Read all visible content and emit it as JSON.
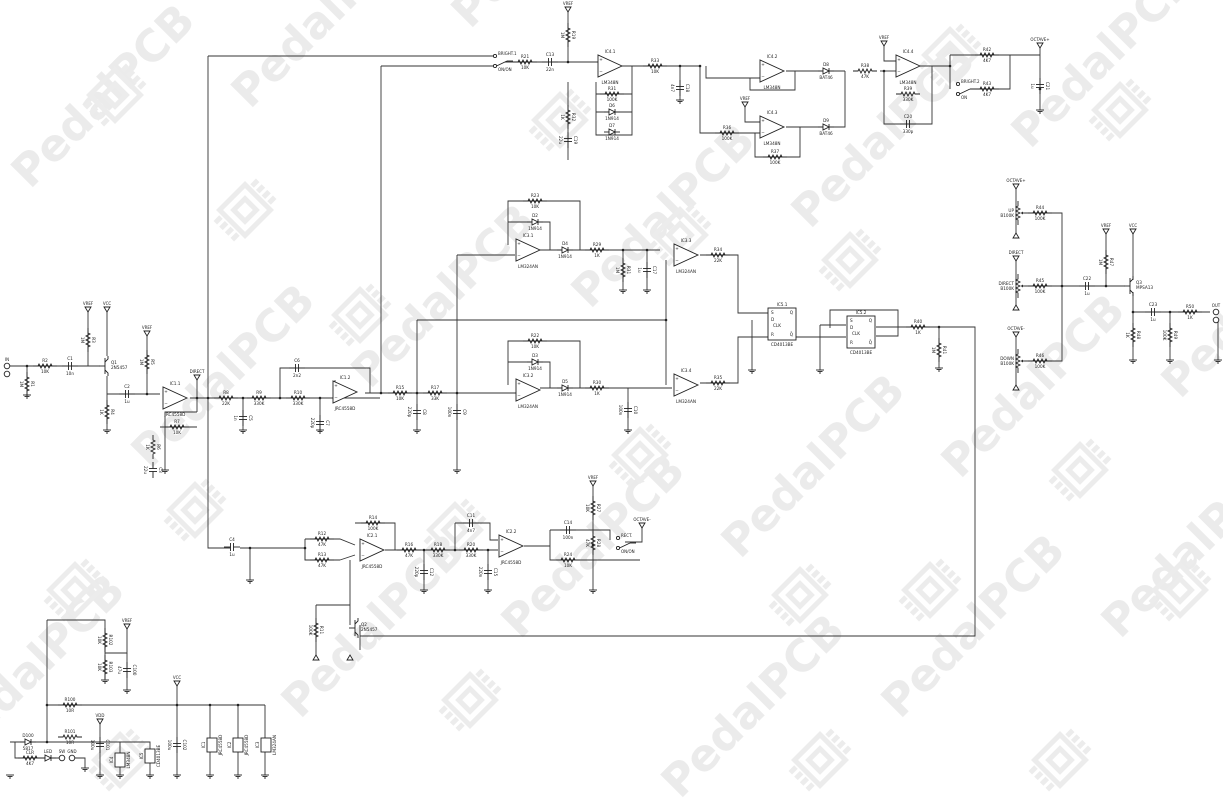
{
  "watermark": {
    "text": "PedalPCB",
    "color": "#ebebeb"
  },
  "components": [
    {
      "kind": "opamp",
      "ref": "IC1.1",
      "value": "JRC4558D"
    },
    {
      "kind": "opamp",
      "ref": "IC1.2",
      "value": "JRC4558D"
    },
    {
      "kind": "opamp",
      "ref": "IC3.1",
      "value": "LM324AN"
    },
    {
      "kind": "opamp",
      "ref": "IC3.3",
      "value": "LM324AN"
    },
    {
      "kind": "opamp",
      "ref": "IC3.2",
      "value": "LM324AN"
    },
    {
      "kind": "opamp",
      "ref": "IC3.4",
      "value": "LM324AN"
    },
    {
      "kind": "opamp",
      "ref": "IC4.1",
      "value": "LM348N"
    },
    {
      "kind": "opamp",
      "ref": "IC4.2",
      "value": "LM348N"
    },
    {
      "kind": "opamp",
      "ref": "IC4.3",
      "value": "LM348N"
    },
    {
      "kind": "opamp",
      "ref": "IC4.4",
      "value": "LM348N"
    },
    {
      "kind": "opamp",
      "ref": "IC2.1",
      "value": "JRC4558D"
    },
    {
      "kind": "opamp",
      "ref": "IC2.2",
      "value": "JRC4558D"
    },
    {
      "kind": "flipflop",
      "ref": "IC5.1",
      "value": "CD4013BE"
    },
    {
      "kind": "flipflop",
      "ref": "IC5.2",
      "value": "CD4013BE"
    },
    {
      "kind": "resistor",
      "ref": "R2",
      "value": "10K"
    },
    {
      "kind": "resistor",
      "ref": "R21",
      "value": "10K"
    },
    {
      "kind": "resistor",
      "ref": "R33",
      "value": "10K"
    },
    {
      "kind": "resistor",
      "ref": "R31",
      "value": "100K"
    },
    {
      "kind": "resistor",
      "ref": "R36",
      "value": "100K"
    },
    {
      "kind": "resistor",
      "ref": "R37",
      "value": "100K"
    },
    {
      "kind": "resistor",
      "ref": "R38",
      "value": "47K"
    },
    {
      "kind": "resistor",
      "ref": "R39",
      "value": "330K"
    },
    {
      "kind": "resistor",
      "ref": "R42",
      "value": "4K7"
    },
    {
      "kind": "resistor",
      "ref": "R43",
      "value": "4K7"
    },
    {
      "kind": "resistor",
      "ref": "R23",
      "value": "10K"
    },
    {
      "kind": "resistor",
      "ref": "R29",
      "value": "1K"
    },
    {
      "kind": "resistor",
      "ref": "R34",
      "value": "22K"
    },
    {
      "kind": "resistor",
      "ref": "R22",
      "value": "10K"
    },
    {
      "kind": "resistor",
      "ref": "R30",
      "value": "1K"
    },
    {
      "kind": "resistor",
      "ref": "R35",
      "value": "22K"
    },
    {
      "kind": "resistor",
      "ref": "R40",
      "value": "1K"
    },
    {
      "kind": "resistor",
      "ref": "R8",
      "value": "22K"
    },
    {
      "kind": "resistor",
      "ref": "R9",
      "value": "330K"
    },
    {
      "kind": "resistor",
      "ref": "R10",
      "value": "330K"
    },
    {
      "kind": "resistor",
      "ref": "R15",
      "value": "10K"
    },
    {
      "kind": "resistor",
      "ref": "R17",
      "value": "33K"
    },
    {
      "kind": "resistor",
      "ref": "R7",
      "value": "10K"
    },
    {
      "kind": "resistor",
      "ref": "R44",
      "value": "100K"
    },
    {
      "kind": "resistor",
      "ref": "R45",
      "value": "100K"
    },
    {
      "kind": "resistor",
      "ref": "R46",
      "value": "100K"
    },
    {
      "kind": "resistor",
      "ref": "R50",
      "value": "1K"
    },
    {
      "kind": "resistor",
      "ref": "R12",
      "value": "47K"
    },
    {
      "kind": "resistor",
      "ref": "R13",
      "value": "47K"
    },
    {
      "kind": "resistor",
      "ref": "R14",
      "value": "100K"
    },
    {
      "kind": "resistor",
      "ref": "R16",
      "value": "47K"
    },
    {
      "kind": "resistor",
      "ref": "R18",
      "value": "330K"
    },
    {
      "kind": "resistor",
      "ref": "R20",
      "value": "330K"
    },
    {
      "kind": "resistor",
      "ref": "R24",
      "value": "10K"
    },
    {
      "kind": "resistor",
      "ref": "R100",
      "value": "10R"
    },
    {
      "kind": "resistor",
      "ref": "R101",
      "value": "10R"
    },
    {
      "kind": "resistor",
      "ref": "CLR",
      "value": "4K7"
    },
    {
      "kind": "resistor",
      "ref": "R1",
      "value": "1M"
    },
    {
      "kind": "resistor",
      "ref": "R3",
      "value": "1M"
    },
    {
      "kind": "resistor",
      "ref": "R4",
      "value": "1K"
    },
    {
      "kind": "resistor",
      "ref": "R5",
      "value": "1M"
    },
    {
      "kind": "resistor",
      "ref": "R6",
      "value": "1K"
    },
    {
      "kind": "resistor",
      "ref": "R19",
      "value": "1M"
    },
    {
      "kind": "resistor",
      "ref": "R32",
      "value": "1K"
    },
    {
      "kind": "resistor",
      "ref": "R31",
      "value": "1M"
    },
    {
      "kind": "resistor",
      "ref": "R41",
      "value": "1M"
    },
    {
      "kind": "resistor",
      "ref": "R47",
      "value": "1M"
    },
    {
      "kind": "resistor",
      "ref": "R48",
      "value": "1K"
    },
    {
      "kind": "resistor",
      "ref": "R49",
      "value": "100K"
    },
    {
      "kind": "resistor",
      "ref": "R27",
      "value": "10K"
    },
    {
      "kind": "resistor",
      "ref": "R28",
      "value": "47K"
    },
    {
      "kind": "resistor",
      "ref": "R11",
      "value": "100K"
    },
    {
      "kind": "resistor",
      "ref": "R102",
      "value": "10K"
    },
    {
      "kind": "resistor",
      "ref": "R103",
      "value": "10K"
    },
    {
      "kind": "capacitor",
      "ref": "C1",
      "value": "10n"
    },
    {
      "kind": "capacitor",
      "ref": "C13",
      "value": "22n"
    },
    {
      "kind": "capacitor",
      "ref": "C2",
      "value": "1u"
    },
    {
      "kind": "capacitor",
      "ref": "C6",
      "value": "2n2"
    },
    {
      "kind": "capacitor",
      "ref": "C5",
      "value": "1n"
    },
    {
      "kind": "capacitor",
      "ref": "C7",
      "value": "220p"
    },
    {
      "kind": "capacitor",
      "ref": "C4",
      "value": "1u"
    },
    {
      "kind": "capacitor",
      "ref": "C11",
      "value": "4n7"
    },
    {
      "kind": "capacitor",
      "ref": "C14",
      "value": "100n"
    },
    {
      "kind": "capacitor",
      "ref": "C22",
      "value": "1u"
    },
    {
      "kind": "capacitor",
      "ref": "C23",
      "value": "1u"
    },
    {
      "kind": "capacitor",
      "ref": "C20",
      "value": "330p"
    },
    {
      "kind": "capacitor",
      "ref": "C17",
      "value": "1u"
    },
    {
      "kind": "capacitor",
      "ref": "C18",
      "value": "4n7"
    },
    {
      "kind": "capacitor",
      "ref": "C19",
      "value": "22u"
    },
    {
      "kind": "capacitor",
      "ref": "C21",
      "value": "1u"
    },
    {
      "kind": "capacitor",
      "ref": "C3",
      "value": "22u"
    },
    {
      "kind": "capacitor",
      "ref": "C8",
      "value": "220p"
    },
    {
      "kind": "capacitor",
      "ref": "C9",
      "value": "100n"
    },
    {
      "kind": "capacitor",
      "ref": "C10",
      "value": "100n"
    },
    {
      "kind": "capacitor",
      "ref": "C12",
      "value": "220p"
    },
    {
      "kind": "capacitor",
      "ref": "C15",
      "value": "220n"
    },
    {
      "kind": "capacitor",
      "ref": "C100",
      "value": "47u"
    },
    {
      "kind": "capacitor",
      "ref": "C101",
      "value": "100u"
    },
    {
      "kind": "capacitor",
      "ref": "C102",
      "value": "100u"
    },
    {
      "kind": "diode",
      "ref": "D6",
      "value": "1N914"
    },
    {
      "kind": "diode",
      "ref": "D7",
      "value": "1N914"
    },
    {
      "kind": "diode",
      "ref": "D8",
      "value": "BAT46"
    },
    {
      "kind": "diode",
      "ref": "D9",
      "value": "BAT46"
    },
    {
      "kind": "diode",
      "ref": "D2",
      "value": "1N914"
    },
    {
      "kind": "diode",
      "ref": "D4",
      "value": "1N914"
    },
    {
      "kind": "diode",
      "ref": "D3",
      "value": "1N914"
    },
    {
      "kind": "diode",
      "ref": "D5",
      "value": "1N914"
    },
    {
      "kind": "diode",
      "ref": "D100",
      "value": "5817"
    },
    {
      "kind": "diode",
      "ref": "LED",
      "value": ""
    },
    {
      "kind": "transistor",
      "ref": "Q1",
      "value": "2N5457"
    },
    {
      "kind": "transistor",
      "ref": "Q2",
      "value": "2N5457"
    },
    {
      "kind": "transistor",
      "ref": "Q3",
      "value": "MPSA13"
    },
    {
      "kind": "pot",
      "ref": "UP",
      "value": "B100K"
    },
    {
      "kind": "pot",
      "ref": "DIRECT",
      "value": "B100K"
    },
    {
      "kind": "pot",
      "ref": "DOWN",
      "value": "B100K"
    },
    {
      "kind": "ic-power",
      "ref": "IC1",
      "value": "JRC4558D"
    },
    {
      "kind": "ic-power",
      "ref": "IC2",
      "value": "JRC4558D"
    },
    {
      "kind": "ic-power",
      "ref": "IC3",
      "value": "LM324AN"
    },
    {
      "kind": "ic-power",
      "ref": "IC4",
      "value": "LM348N"
    },
    {
      "kind": "ic-power",
      "ref": "IC5",
      "value": "CD4013BE"
    }
  ],
  "flags": [
    {
      "label": "VREF"
    },
    {
      "label": "VCC"
    },
    {
      "label": "VREF"
    },
    {
      "label": "DIRECT"
    },
    {
      "label": "VREF"
    },
    {
      "label": "VREF"
    },
    {
      "label": "VREF"
    },
    {
      "label": "OCTAVE+"
    },
    {
      "label": "OCTAVE+"
    },
    {
      "label": "DIRECT"
    },
    {
      "label": "OCTAVE-"
    },
    {
      "label": "VREF"
    },
    {
      "label": "VCC"
    },
    {
      "label": "OCTAVE-"
    },
    {
      "label": "VREF"
    },
    {
      "label": "VCC"
    },
    {
      "label": "VDD"
    },
    {
      "label": "VREF"
    }
  ],
  "jacks": [
    {
      "label": "IN"
    },
    {
      "label": "OUT"
    },
    {
      "label": "SW"
    },
    {
      "label": "GND"
    }
  ],
  "switches": [
    {
      "top": "BRIGHT.1",
      "bottom": "ON/ON"
    },
    {
      "top": "BRIGHT.2",
      "bottom": "ON"
    },
    {
      "top": "RECT.",
      "bottom": "ON/ON"
    }
  ]
}
